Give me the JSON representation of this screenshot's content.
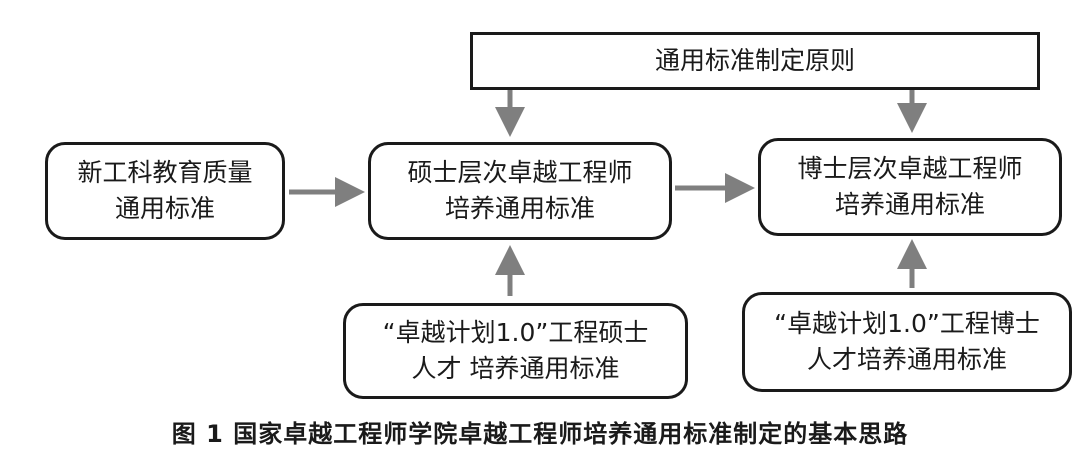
{
  "boxes": {
    "principles": {
      "lines": [
        "通用标准制定原则"
      ]
    },
    "new_engineering": {
      "lines": [
        "新工科教育质量",
        "通用标准"
      ]
    },
    "master_standard": {
      "lines": [
        "硕士层次卓越工程师",
        "培养通用标准"
      ]
    },
    "doctor_standard": {
      "lines": [
        "博士层次卓越工程师",
        "培养通用标准"
      ]
    },
    "plan_master": {
      "lines": [
        "“卓越计划1.0”工程硕士",
        "人才 培养通用标准"
      ]
    },
    "plan_doctor": {
      "lines": [
        "“卓越计划1.0”工程博士",
        "人才培养通用标准"
      ]
    }
  },
  "caption": "图 1  国家卓越工程师学院卓越工程师培养通用标准制定的基本思路",
  "colors": {
    "arrow": "#7f7f7f",
    "border": "#1a1a1a",
    "text": "#1a1a1a"
  }
}
